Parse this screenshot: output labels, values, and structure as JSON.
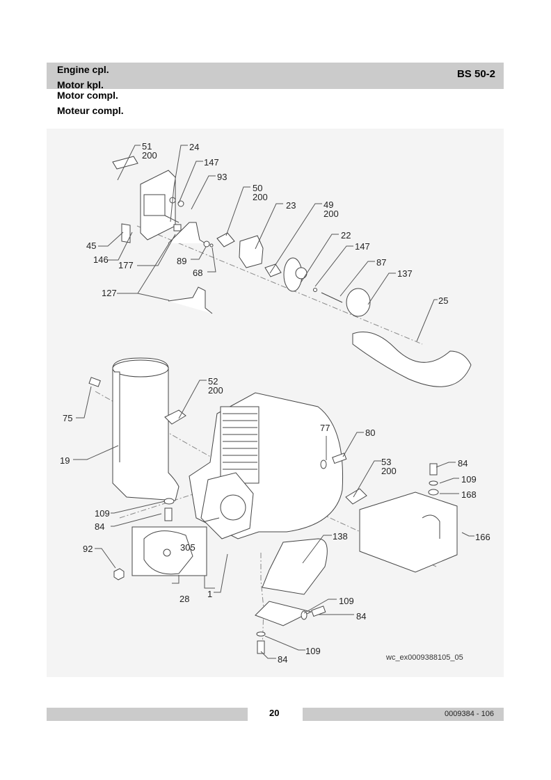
{
  "header": {
    "titles": [
      "Engine cpl.",
      "Motor kpl.",
      "Motor compl.",
      "Moteur compl."
    ],
    "model": "BS 50-2"
  },
  "diagram": {
    "reference": "wc_ex0009388105_05",
    "callouts": [
      {
        "number": "51",
        "qty": "200"
      },
      {
        "number": "24"
      },
      {
        "number": "147"
      },
      {
        "number": "93"
      },
      {
        "number": "50",
        "qty": "200"
      },
      {
        "number": "23"
      },
      {
        "number": "49",
        "qty": "200"
      },
      {
        "number": "22"
      },
      {
        "number": "147"
      },
      {
        "number": "87"
      },
      {
        "number": "137"
      },
      {
        "number": "25"
      },
      {
        "number": "45"
      },
      {
        "number": "146"
      },
      {
        "number": "177"
      },
      {
        "number": "89"
      },
      {
        "number": "68"
      },
      {
        "number": "127"
      },
      {
        "number": "75"
      },
      {
        "number": "52",
        "qty": "200"
      },
      {
        "number": "19"
      },
      {
        "number": "77"
      },
      {
        "number": "80"
      },
      {
        "number": "53",
        "qty": "200"
      },
      {
        "number": "84"
      },
      {
        "number": "109"
      },
      {
        "number": "168"
      },
      {
        "number": "166"
      },
      {
        "number": "109"
      },
      {
        "number": "84"
      },
      {
        "number": "92"
      },
      {
        "number": "305"
      },
      {
        "number": "28"
      },
      {
        "number": "1"
      },
      {
        "number": "138"
      },
      {
        "number": "109"
      },
      {
        "number": "84"
      },
      {
        "number": "109"
      },
      {
        "number": "84"
      }
    ]
  },
  "footer": {
    "page_number": "20",
    "document_number": "0009384 - 106"
  }
}
